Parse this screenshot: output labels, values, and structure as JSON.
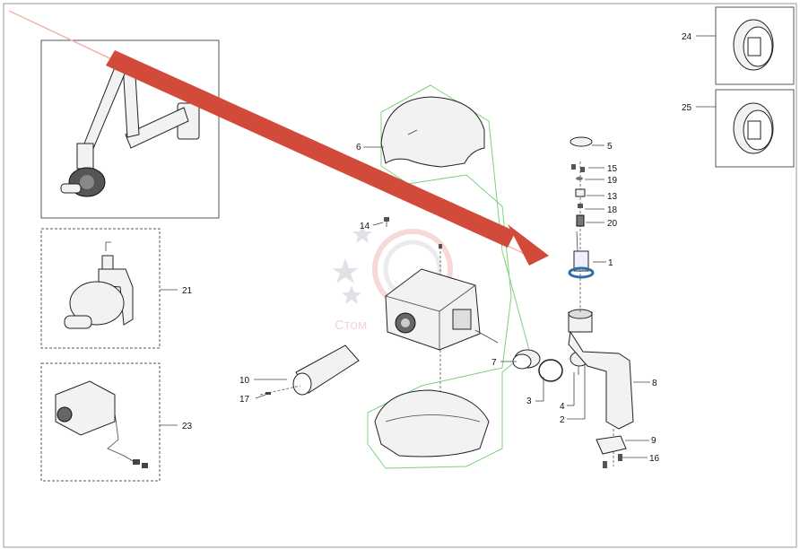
{
  "labels": {
    "l1": "1",
    "l2": "2",
    "l3": "3",
    "l4": "4",
    "l5": "5",
    "l6": "6",
    "l7": "7",
    "l8": "8",
    "l9": "9",
    "l10": "10",
    "l13": "13",
    "l14": "14",
    "l15": "15",
    "l16": "16",
    "l17": "17",
    "l18": "18",
    "l19": "19",
    "l20": "20",
    "l21": "21",
    "l23": "23",
    "l24": "24",
    "l25": "25"
  },
  "watermark": {
    "text": "Стом"
  },
  "colors": {
    "arrow": "#d24a3a",
    "green_outline": "#7fd07f",
    "highlight": "#2f6fa8",
    "watermark": "#e9b3b3"
  }
}
